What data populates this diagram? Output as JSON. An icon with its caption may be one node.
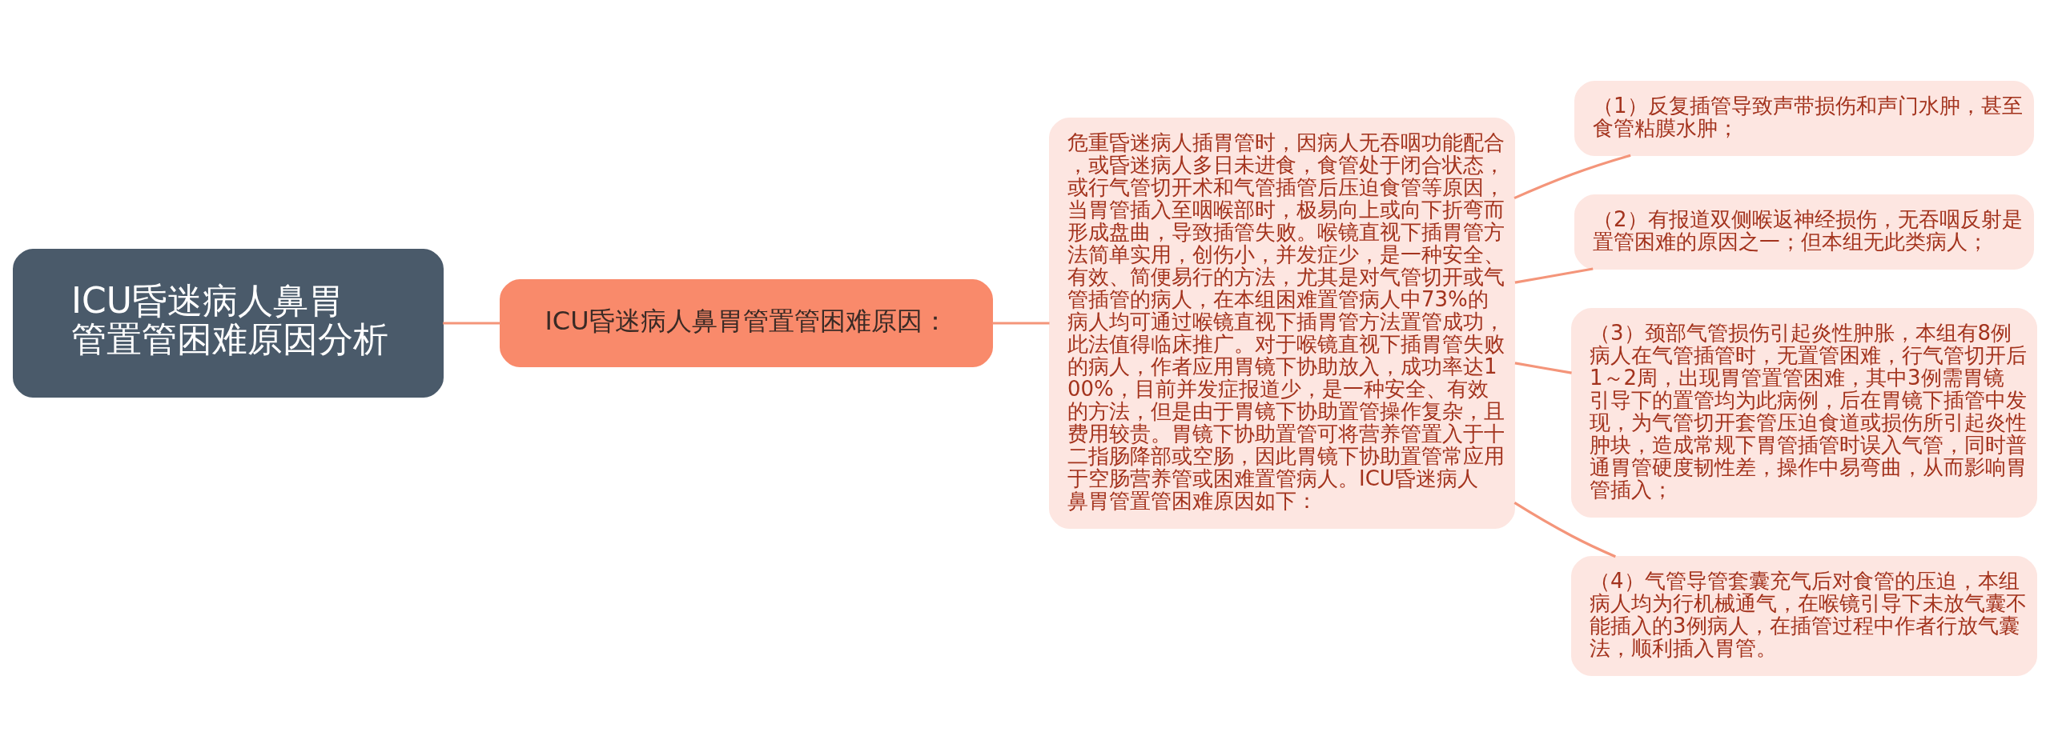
{
  "diagram": {
    "nodes": [
      {
        "text": [
          "ICU昏迷病人鼻胃管置管困难原因分析"
        ]
      },
      {
        "text": [
          "ICU昏迷病人鼻胃管置管困难原因："
        ]
      },
      {
        "text": [
          "危重昏迷病人插胃管时，因病人无吞咽功能配合，或昏迷病人多日未进食，食管处于闭合状态，或行气管切开术和气管插管后压迫食管等原因，当胃管插入至咽喉部时，极易向上或向下折弯而形成盘曲，导致插管失败。喉镜直视下插胃管方法简单实用，创伤小，并发症少，是一种安全、有效、简便易行的方法，尤其是对气管切开或气管插管的病人，在本组困难置管病人中73%的病人均可通过喉镜直视下插胃管方法置管成功，此法值得临床推广。对于喉镜直视下插胃管失败的病人，作者应用胃镜下协助放入，成功率达100%，目前并发症报道少，是一种安全、有效的方法，但是由于胃镜下协助置管操作复杂，且费用较贵。胃镜下协助置管可将营养管置入于十二指肠降部或空肠，因此胃镜下协助置管常应用于空肠营养管或困难置管病人。ICU昏迷病人鼻胃管置管困难原因如下："
        ]
      },
      {
        "text": [
          "（1）反复插管导致声带损伤和声门水肿，甚至食管粘膜水肿；"
        ]
      },
      {
        "text": [
          "（2）有报道双侧喉返神经损伤，无吞咽反射是置管困难的原因之一；但本组无此类病人；"
        ]
      },
      {
        "text": [
          "（3）颈部气管损伤引起炎性肿胀，本组有8例病人在气管插管时，无置管困难，行气管切开后1～2周，出现胃管置管困难，其中3例需胃镜引导下的置管均为此病例，后在胃镜下插管中发现，为气管切开套管压迫食道或损伤所引起炎性肿块，造成常规下胃管插管时误入气管，同时普通胃管硬度韧性差，操作中易弯曲，从而影响胃管插入；"
        ]
      },
      {
        "text": [
          "（4）气管导管套囊充气后对食管的压迫，本组病人均为行机械通气，在喉镜引导下未放气囊不能插入的3例病人，在插管过程中作者行放气囊法，顺利插入胃管。"
        ]
      }
    ],
    "edges": [
      {
        "from": 0,
        "to": 1,
        "arrow": "none"
      },
      {
        "from": 1,
        "to": 2,
        "arrow": "none"
      },
      {
        "from": 2,
        "to": 3,
        "arrow": "none"
      },
      {
        "from": 2,
        "to": 4,
        "arrow": "none"
      },
      {
        "from": 2,
        "to": 5,
        "arrow": "none"
      },
      {
        "from": 2,
        "to": 6,
        "arrow": "none"
      }
    ]
  }
}
